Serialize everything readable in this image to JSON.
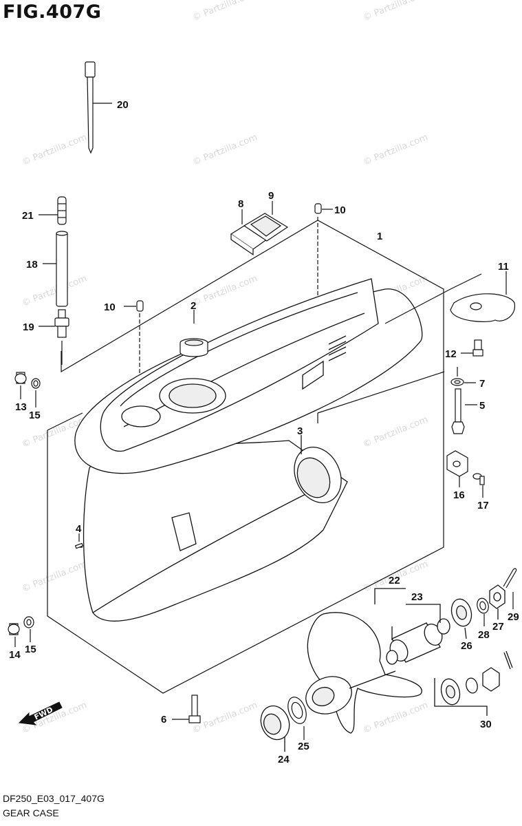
{
  "figure": {
    "title": "FIG.407G",
    "drawing_code": "DF250_E03_017_407G",
    "caption": "GEAR CASE",
    "watermark": "© Partzilla.com",
    "fwd_label": "FWD"
  },
  "callouts": [
    "1",
    "2",
    "3",
    "4",
    "5",
    "6",
    "7",
    "8",
    "9",
    "10",
    "10",
    "11",
    "12",
    "13",
    "14",
    "15",
    "15",
    "16",
    "17",
    "18",
    "19",
    "20",
    "21",
    "22",
    "23",
    "24",
    "25",
    "26",
    "27",
    "28",
    "29",
    "30"
  ]
}
